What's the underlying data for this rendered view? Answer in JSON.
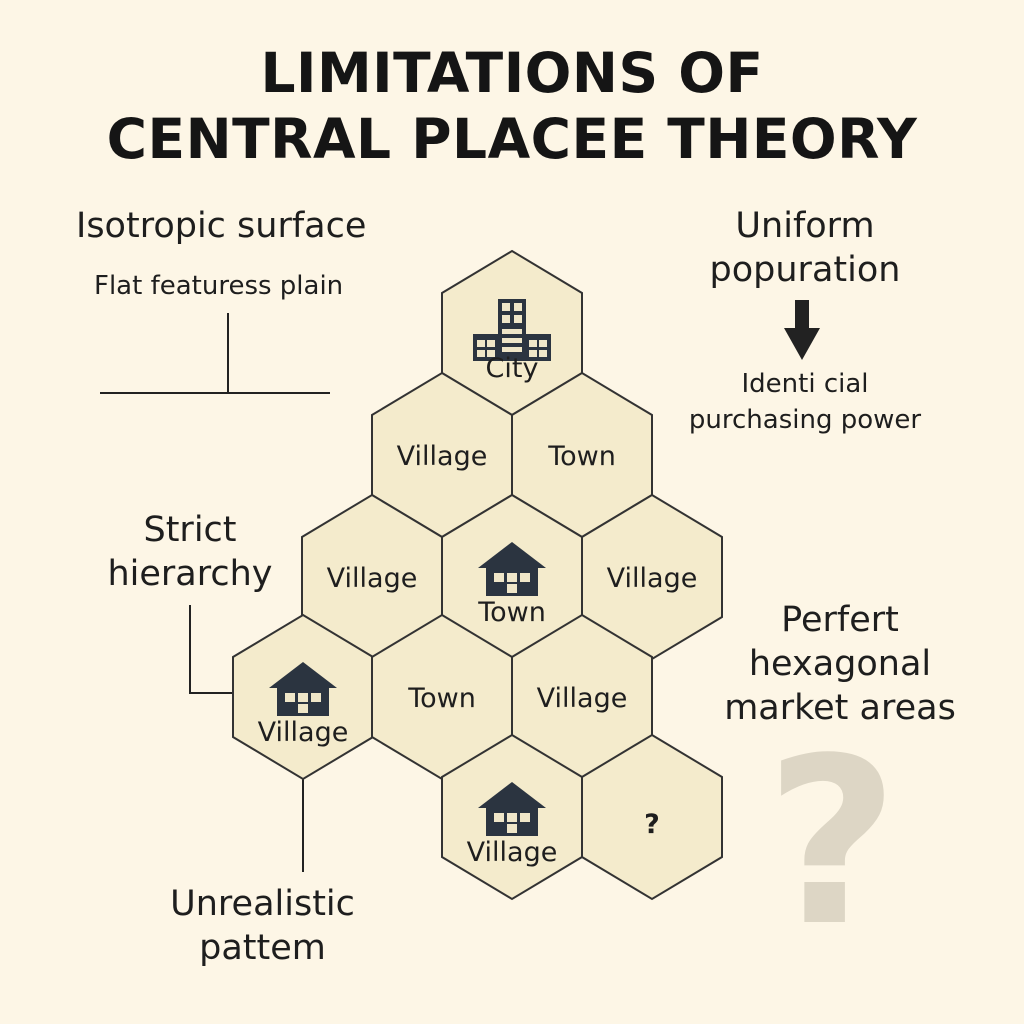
{
  "title": {
    "line1": "LIMITATIONS OF",
    "line2": "CENTRAL PLACEE THEORY"
  },
  "callouts": {
    "isotropic": {
      "heading": "Isotropic surface",
      "sub": "Flat featuress plain"
    },
    "uniform": {
      "heading_line1": "Uniform",
      "heading_line2": "popuration",
      "sub_line1": "Identi cial",
      "sub_line2": "purchasing power"
    },
    "hierarchy": {
      "line1": "Strict",
      "line2": "hierarchy"
    },
    "hexagonal": {
      "line1": "Perfert",
      "line2": "hexagonal",
      "line3": "market areas"
    },
    "unrealistic": {
      "line1": "Unrealistic",
      "line2": "pattem"
    }
  },
  "hexagons": [
    {
      "label": "City",
      "icon": "city-building-icon"
    },
    {
      "label": "Village",
      "icon": ""
    },
    {
      "label": "Town",
      "icon": ""
    },
    {
      "label": "Village",
      "icon": ""
    },
    {
      "label": "Town",
      "icon": "house-icon"
    },
    {
      "label": "Village",
      "icon": ""
    },
    {
      "label": "Village",
      "icon": "house-icon"
    },
    {
      "label": "Town",
      "icon": ""
    },
    {
      "label": "Village",
      "icon": ""
    },
    {
      "label": "Village",
      "icon": "house-icon"
    },
    {
      "label": "?",
      "icon": ""
    }
  ],
  "decor": {
    "big_question": "?"
  },
  "colors": {
    "background": "#fdf6e6",
    "hex_fill": "#f4ebcc",
    "hex_stroke": "#333333",
    "icon": "#2b3440",
    "question_mark": "#ddd6c5"
  }
}
